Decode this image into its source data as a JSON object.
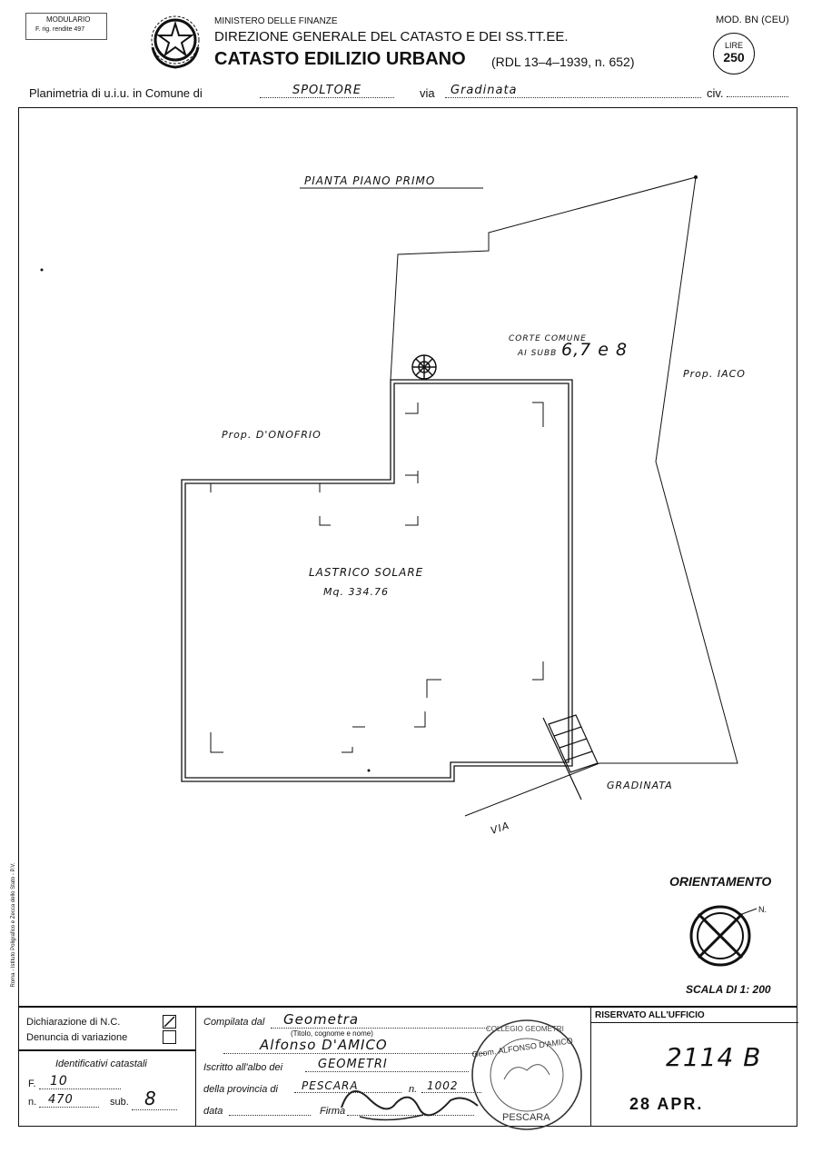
{
  "header": {
    "model_label": "MODULARIO",
    "model_code": "F. rig. rendite 497",
    "ministry": "MINISTERO DELLE FINANZE",
    "direction": "DIREZIONE GENERALE DEL CATASTO E DEI SS.TT.EE.",
    "title": "CATASTO EDILIZIO URBANO",
    "law": "(RDL 13–4–1939, n. 652)",
    "mod": "MOD. BN (CEU)",
    "lire_label": "LIRE",
    "lire_value": "250"
  },
  "planimetria": {
    "prefix": "Planimetria di u.i.u. in Comune di",
    "comune": "SPOLTORE",
    "via_label": "via",
    "via_value": "Gradinata",
    "civ_label": "civ."
  },
  "plan": {
    "floor_title": "PIANTA PIANO PRIMO",
    "corte_line1": "CORTE COMUNE",
    "corte_line2": "AI SUBB",
    "corte_subs": "6,7 e 8",
    "prop_iaco": "Prop. IACO",
    "prop_donofrio": "Prop. D'ONOFRIO",
    "lastrico": "LASTRICO SOLARE",
    "area": "Mq. 334.76",
    "gradinata": "GRADINATA",
    "via": "VIA"
  },
  "orientation": {
    "title": "ORIENTAMENTO",
    "north": "N.",
    "scale": "SCALA DI 1: 200"
  },
  "declaration": {
    "dichiarazione": "Dichiarazione di N.C.",
    "denuncia": "Denuncia di variazione",
    "identificativi": "Identificativi catastali",
    "f_label": "F.",
    "f_value": "10",
    "n_label": "n.",
    "n_value": "470",
    "sub_label": "sub.",
    "sub_value": "8"
  },
  "compilata": {
    "label": "Compilata dal",
    "value": "Geometra",
    "hint": "(Titolo, cognome e nome)",
    "name": "Alfonso D'AMICO",
    "albo_label": "Iscritto all'albo dei",
    "albo_value": "GEOMETRI",
    "provincia_label": "della provincia di",
    "provincia_value": "PESCARA",
    "n_label": "n.",
    "n_value": "1002",
    "data_label": "data",
    "firma_label": "Firma"
  },
  "stamp": {
    "line_top": "COLLEGIO GEOMETRI",
    "name": "Geom. ALFONSO D'AMICO",
    "city": "PESCARA"
  },
  "office": {
    "label": "RISERVATO ALL'UFFICIO",
    "code": "2114 B",
    "date": "28 APR."
  },
  "side_note": "Roma - Istituto Poligrafico e Zecca dello Stato - P.V."
}
